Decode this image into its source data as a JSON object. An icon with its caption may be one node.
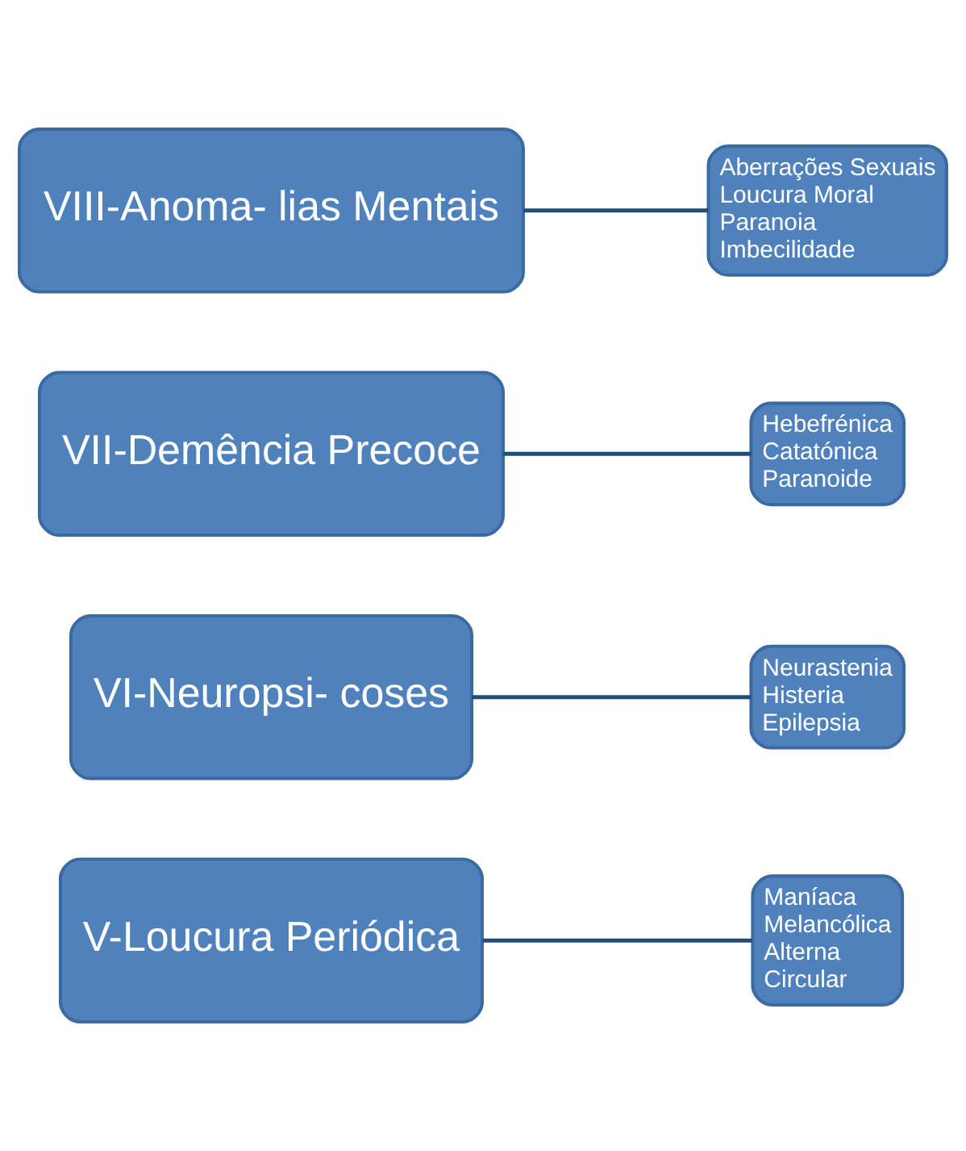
{
  "diagram": {
    "nodes": [
      {
        "text": [
          "V-Loucura Periódica"
        ]
      },
      {
        "text": [
          "Maníaca",
          "Melancólica",
          "Alterna",
          "Circular"
        ]
      },
      {
        "text": [
          "VI-Neuropsi- coses"
        ]
      },
      {
        "text": [
          "Neurastenia",
          "Histeria",
          "Epilepsia"
        ]
      },
      {
        "text": [
          "VII-Demência Precoce"
        ]
      },
      {
        "text": [
          "Hebefrénica",
          "Catatónica",
          "Paranoide"
        ]
      },
      {
        "text": [
          "VIII-Anoma- lias Mentais"
        ]
      },
      {
        "text": [
          "Aberrações Sexuais",
          "Loucura Moral",
          "Paranoia",
          "Imbecilidade"
        ]
      }
    ],
    "edges": [
      {
        "from": 0,
        "to": 1,
        "arrow": "none"
      },
      {
        "from": 2,
        "to": 3,
        "arrow": "none"
      },
      {
        "from": 4,
        "to": 5,
        "arrow": "none"
      },
      {
        "from": 6,
        "to": 7,
        "arrow": "none"
      }
    ]
  }
}
